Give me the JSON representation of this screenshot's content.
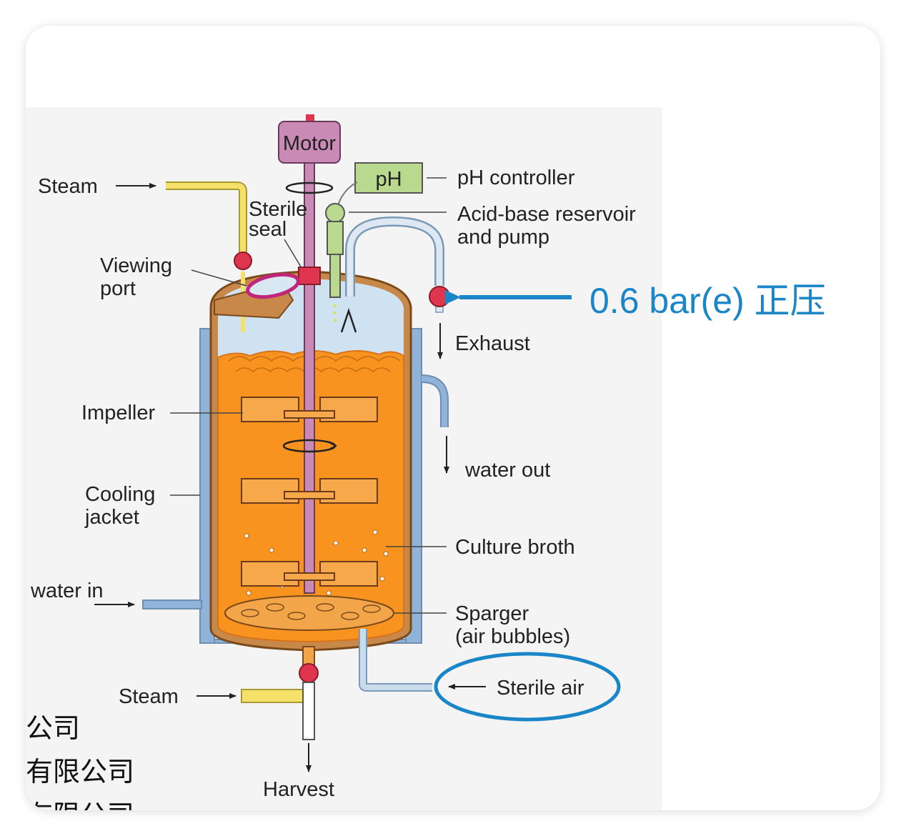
{
  "labels": {
    "motor": "Motor",
    "ph_box": "pH",
    "ph_controller": "pH controller",
    "acid_base_1": "Acid-base reservoir",
    "acid_base_2": "and pump",
    "steam_top": "Steam",
    "sterile_1": "Sterile",
    "sterile_2": "seal",
    "viewing_1": "Viewing",
    "viewing_2": "port",
    "exhaust": "Exhaust",
    "impeller": "Impeller",
    "water_out": "water out",
    "cooling_1": "Cooling",
    "cooling_2": "jacket",
    "culture_broth": "Culture broth",
    "water_in": "water in",
    "sparger_1": "Sparger",
    "sparger_2": "(air bubbles)",
    "sterile_air": "Sterile air",
    "steam_bottom": "Steam",
    "harvest": "Harvest"
  },
  "annotation": {
    "pressure": "0.6 bar(e) 正压",
    "color": "#1a86c8"
  },
  "overlay_text": [
    "公司",
    "有限公司",
    "有限公司"
  ],
  "colors": {
    "broth": "#f7931e",
    "jacket": "#8fb3d9",
    "steam_pipe": "#f5e06a",
    "valve": "#e0354f",
    "motor": "#c98bb6",
    "ph_box": "#b9d98f"
  }
}
